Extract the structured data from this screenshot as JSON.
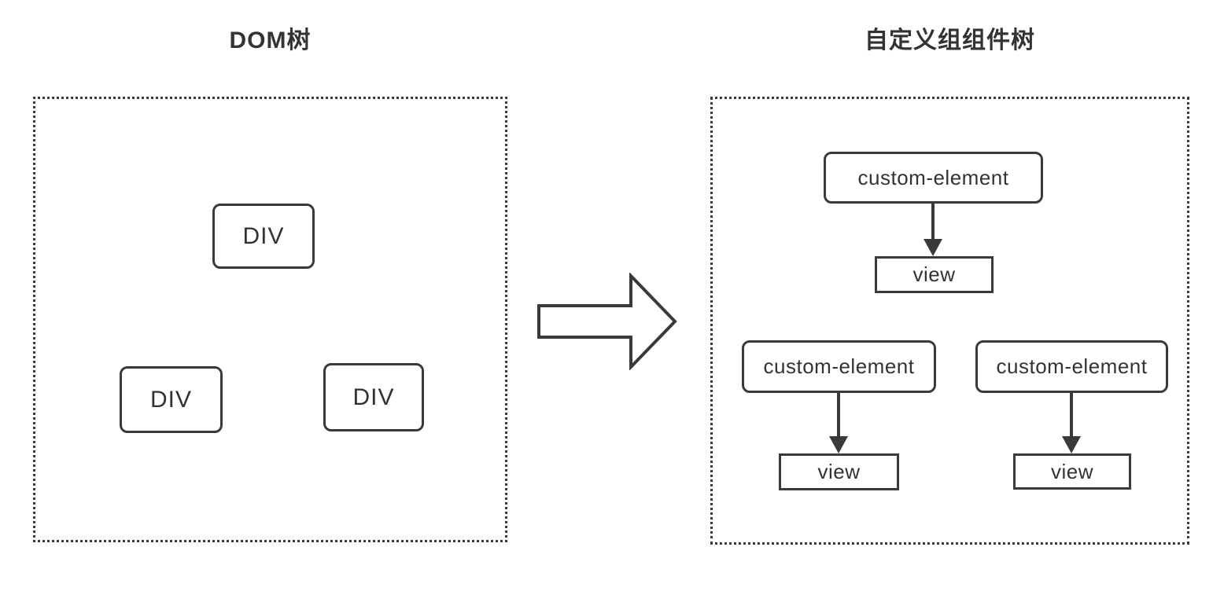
{
  "colors": {
    "stroke": "#3a3a3a",
    "text": "#333333",
    "bg": "#ffffff"
  },
  "left_panel": {
    "title": "DOM树",
    "nodes": [
      {
        "label": "DIV"
      },
      {
        "label": "DIV"
      },
      {
        "label": "DIV"
      }
    ]
  },
  "arrow": {
    "icon": "right-arrow"
  },
  "right_panel": {
    "title": "自定义组组件树",
    "trees": [
      {
        "root": "custom-element",
        "child": "view"
      },
      {
        "root": "custom-element",
        "child": "view"
      },
      {
        "root": "custom-element",
        "child": "view"
      }
    ]
  }
}
